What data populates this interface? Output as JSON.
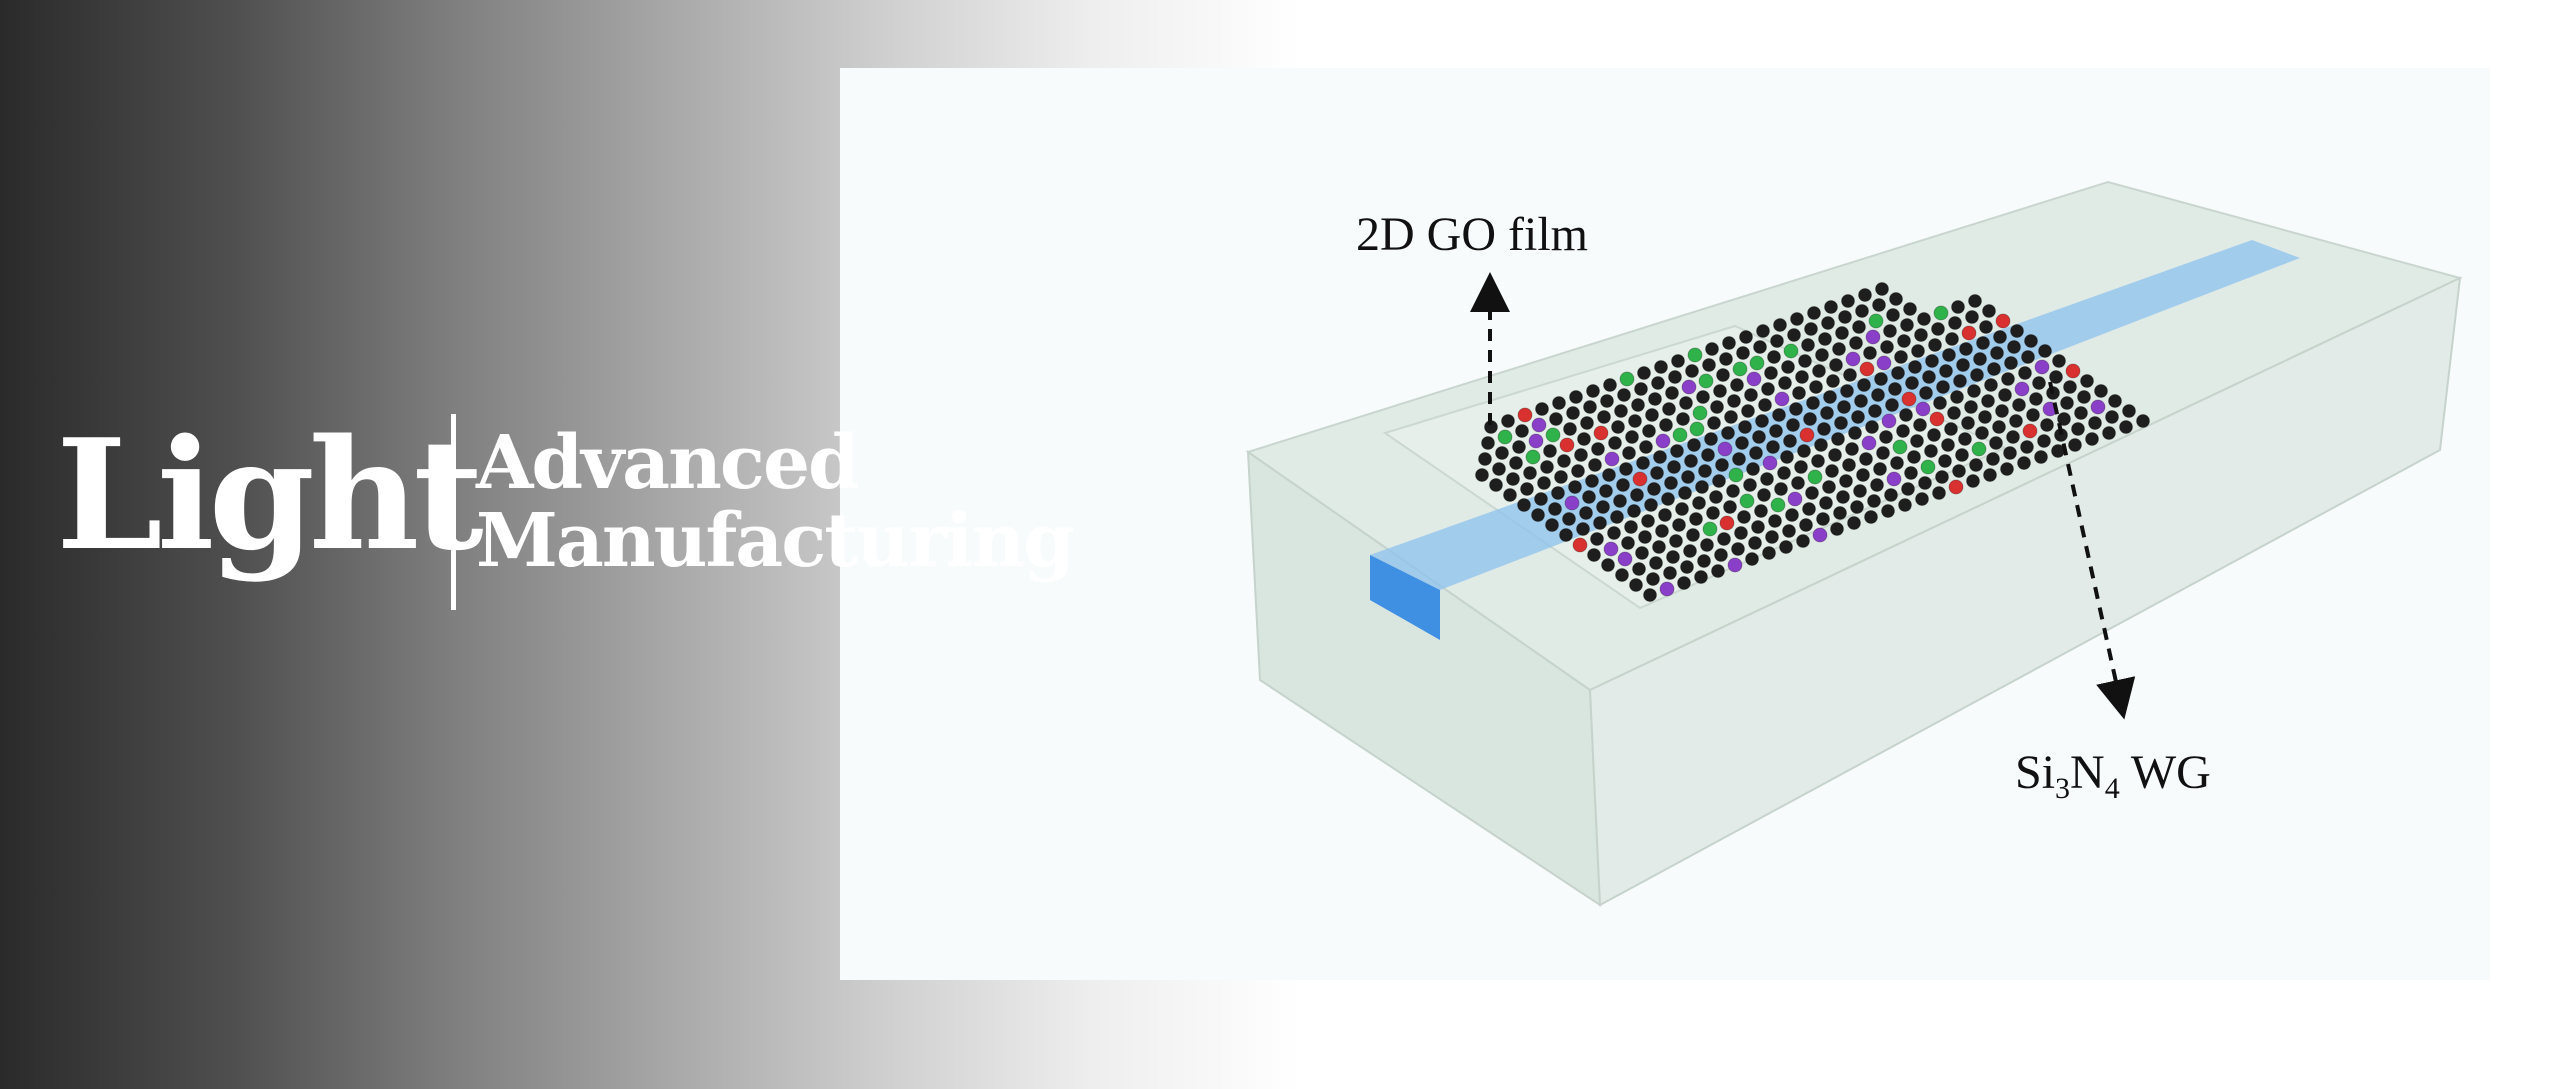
{
  "logo": {
    "name": "Light",
    "subtitle_line1": "Advanced",
    "subtitle_line2": "Manufacturing"
  },
  "figure": {
    "film_label": "2D GO film",
    "waveguide_label_main": "Si",
    "waveguide_label_sub1": "3",
    "waveguide_label_mid": "N",
    "waveguide_label_sub2": "4",
    "waveguide_label_tail": " WG"
  },
  "colors": {
    "gradient_dark": "#2a2a2a",
    "block": "#dfe9e3",
    "waveguide": "#5ba4e6",
    "carbon": "#1e1e1e",
    "oxygen_red": "#d8312f",
    "oxygen_green": "#2fb24a",
    "oxygen_purple": "#8a3fc8"
  }
}
